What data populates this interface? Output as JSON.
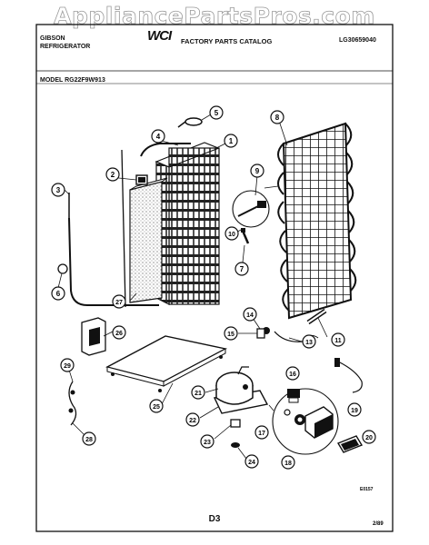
{
  "watermark": "AppliancePartsPros.com",
  "header": {
    "brand_line1": "GIBSON",
    "brand_line2": "REFRIGERATOR",
    "catalog_logo": "WCI",
    "catalog_title": "FACTORY PARTS CATALOG",
    "catalog_number": "LG30659040",
    "model": "MODEL RG22F9W913"
  },
  "footer": {
    "drawing_code": "E0157",
    "page": "D3",
    "date": "2/89"
  },
  "callouts": [
    "1",
    "2",
    "3",
    "4",
    "5",
    "6",
    "7",
    "8",
    "9",
    "10",
    "11",
    "13",
    "14",
    "15",
    "16",
    "17",
    "18",
    "19",
    "20",
    "21",
    "22",
    "23",
    "24",
    "25",
    "26",
    "27",
    "28",
    "29"
  ]
}
